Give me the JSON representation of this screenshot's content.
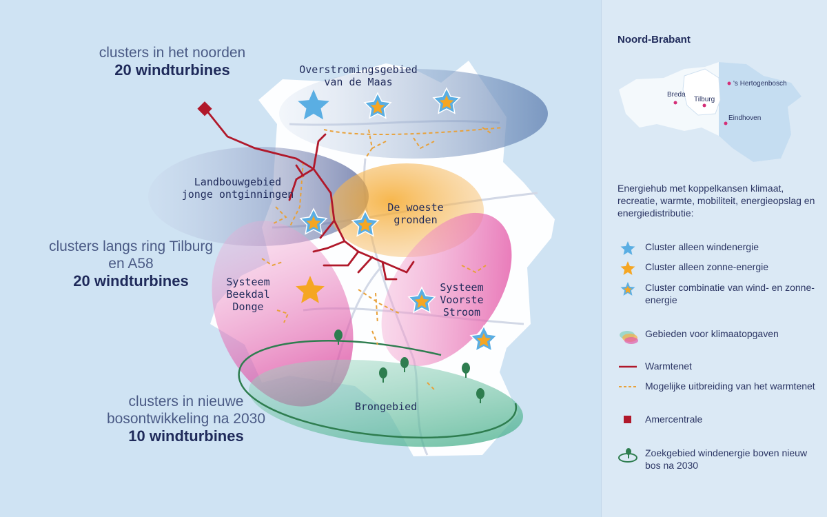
{
  "side_labels": {
    "north": {
      "line1": "clusters in het noorden",
      "count": "20 windturbines"
    },
    "ring": {
      "line1": "clusters langs ring Tilburg",
      "line2": "en A58",
      "count": "20 windturbines"
    },
    "forest": {
      "line1": "clusters in nieuwe",
      "line2": "bosontwikkeling na 2030",
      "count": "10 windturbines"
    }
  },
  "areas": {
    "maas": {
      "line1": "Overstromingsgebied",
      "line2": "van de Maas"
    },
    "landbouw": {
      "line1": "Landbouwgebied",
      "line2": "jonge ontginningen"
    },
    "woeste": {
      "line1": "De woeste",
      "line2": "gronden"
    },
    "beekdal": {
      "line1": "Systeem",
      "line2": "Beekdal",
      "line3": "Donge"
    },
    "voorste": {
      "line1": "Systeem",
      "line2": "Voorste",
      "line3": "Stroom"
    },
    "brongebied": {
      "line1": "Brongebied"
    }
  },
  "legend": {
    "region": "Noord-Brabant",
    "cities": {
      "breda": "Breda",
      "tilburg": "Tilburg",
      "hertogenbosch": "'s Hertogenbosch",
      "eindhoven": "Eindhoven"
    },
    "description": "Energiehub met koppelkansen klimaat, recreatie, warmte, mobiliteit, energieopslag en energiedistributie:",
    "items": [
      {
        "label": "Cluster alleen windenergie",
        "icon": "blue-star-icon"
      },
      {
        "label": "Cluster alleen zonne-energie",
        "icon": "orange-star-icon"
      },
      {
        "label": "Cluster combinatie van wind- en zonne-energie",
        "icon": "combined-star-icon"
      },
      {
        "label": "Gebieden voor klimaatopgaven",
        "icon": "climate-areas-icon"
      },
      {
        "label": "Warmtenet",
        "icon": "heat-network-line-icon"
      },
      {
        "label": "Mogelijke uitbreiding van het warmtenet",
        "icon": "heat-network-extension-icon"
      },
      {
        "label": "Amercentrale",
        "icon": "power-plant-icon"
      },
      {
        "label": "Zoekgebied windenergie boven nieuw bos na 2030",
        "icon": "forest-search-area-icon"
      }
    ]
  },
  "colors": {
    "background": "#cfe3f3",
    "wind": "#5aaee3",
    "solar": "#f5a623",
    "heat_network": "#b0182a",
    "heat_extension": "#e8a13a",
    "forest_green": "#2e7d4f",
    "pink": "#e25aa8",
    "navy": "#1f2a5a"
  }
}
